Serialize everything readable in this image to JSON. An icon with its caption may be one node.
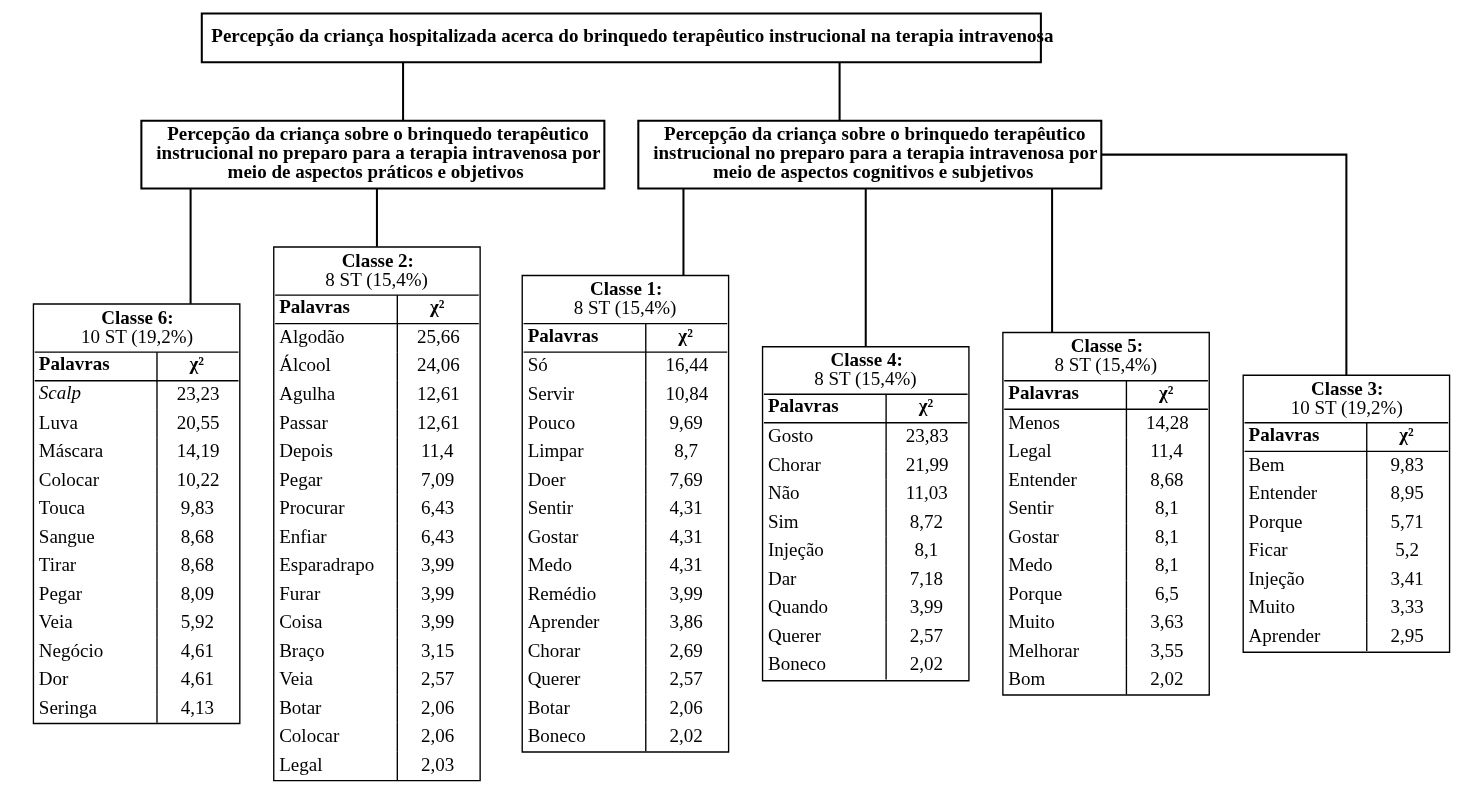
{
  "diagram": {
    "nodes": [
      {
        "text": [
          "Percepção da criança hospitalizada acerca do brinquedo terapêutico instrucional na terapia intravenosa"
        ]
      },
      {
        "text": [
          "Percepção da criança sobre o brinquedo terapêutico instrucional no preparo para a terapia intravenosa por meio de aspectos práticos e objetivos"
        ]
      },
      {
        "text": [
          "Percepção da criança sobre o brinquedo terapêutico instrucional no preparo para a terapia intravenosa por meio de aspectos cognitivos e subjetivos"
        ]
      },
      {
        "text": [
          "Classe 6:",
          "10 ST (19,2%)",
          "Palavras",
          "χ²",
          "*Scalp*",
          "23,23",
          "Luva",
          "20,55",
          "Máscara",
          "14,19",
          "Colocar",
          "10,22",
          "Touca",
          "9,83",
          "Sangue",
          "8,68",
          "Tirar",
          "8,68",
          "Pegar",
          "8,09",
          "Veia",
          "5,92",
          "Negócio",
          "4,61",
          "Dor",
          "4,61",
          "Seringa",
          "4,13"
        ]
      },
      {
        "text": [
          "Classe 2:",
          "8 ST (15,4%)",
          "Palavras",
          "χ²",
          "Algodão",
          "25,66",
          "Álcool",
          "24,06",
          "Agulha",
          "12,61",
          "Passar",
          "12,61",
          "Depois",
          "11,4",
          "Pegar",
          "7,09",
          "Procurar",
          "6,43",
          "Enfiar",
          "6,43",
          "Esparadrapo",
          "3,99",
          "Furar",
          "3,99",
          "Coisa",
          "3,99",
          "Braço",
          "3,15",
          "Veia",
          "2,57",
          "Botar",
          "2,06",
          "Colocar",
          "2,06",
          "Legal",
          "2,03"
        ]
      },
      {
        "text": [
          "Classe 1:",
          "8 ST (15,4%)",
          "Palavras",
          "χ²",
          "Só",
          "16,44",
          "Servir",
          "10,84",
          "Pouco",
          "9,69",
          "Limpar",
          "8,7",
          "Doer",
          "7,69",
          "Sentir",
          "4,31",
          "Gostar",
          "4,31",
          "Medo",
          "4,31",
          "Remédio",
          "3,99",
          "Aprender",
          "3,86",
          "Chorar",
          "2,69",
          "Querer",
          "2,57",
          "Botar",
          "2,06",
          "Boneco",
          "2,02"
        ]
      },
      {
        "text": [
          "Classe 4:",
          "8 ST (15,4%)",
          "Palavras",
          "χ²",
          "Gosto",
          "23,83",
          "Chorar",
          "21,99",
          "Não",
          "11,03",
          "Sim",
          "8,72",
          "Injeção",
          "8,1",
          "Dar",
          "7,18",
          "Quando",
          "3,99",
          "Querer",
          "2,57",
          "Boneco",
          "2,02"
        ]
      },
      {
        "text": [
          "Classe 5:",
          "8 ST (15,4%)",
          "Palavras",
          "χ²",
          "Menos",
          "14,28",
          "Legal",
          "11,4",
          "Entender",
          "8,68",
          "Sentir",
          "8,1",
          "Gostar",
          "8,1",
          "Medo",
          "8,1",
          "Porque",
          "6,5",
          "Muito",
          "3,63",
          "Melhorar",
          "3,55",
          "Bom",
          "2,02"
        ]
      },
      {
        "text": [
          "Classe 3:",
          "10 ST (19,2%)",
          "Palavras",
          "χ²",
          "Bem",
          "9,83",
          "Entender",
          "8,95",
          "Porque",
          "5,71",
          "Ficar",
          "5,2",
          "Injeção",
          "3,41",
          "Muito",
          "3,33",
          "Aprender",
          "2,95"
        ]
      }
    ],
    "edges": [
      {
        "from": 0,
        "to": 1,
        "arrow": "none"
      },
      {
        "from": 0,
        "to": 2,
        "arrow": "none"
      },
      {
        "from": 1,
        "to": 3,
        "arrow": "none"
      },
      {
        "from": 1,
        "to": 4,
        "arrow": "none"
      },
      {
        "from": 2,
        "to": 5,
        "arrow": "none"
      },
      {
        "from": 2,
        "to": 6,
        "arrow": "none"
      },
      {
        "from": 2,
        "to": 7,
        "arrow": "none"
      },
      {
        "from": 2,
        "to": 8,
        "arrow": "none"
      }
    ]
  }
}
